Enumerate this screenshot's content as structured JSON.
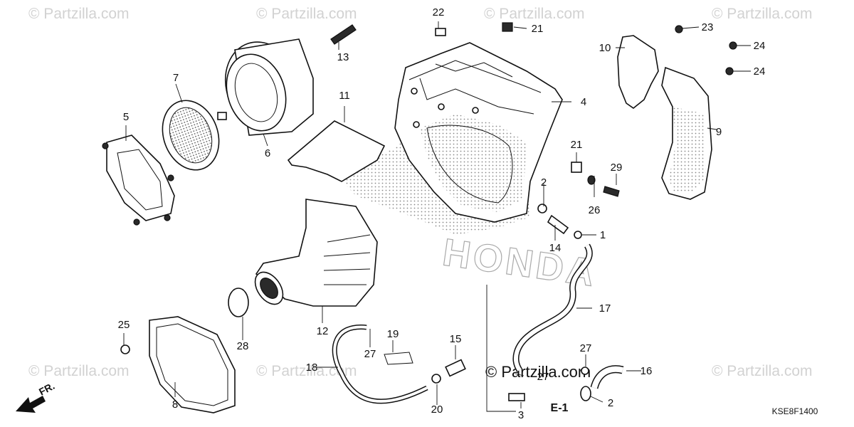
{
  "diagram": {
    "code": "KSE8F1400",
    "section_ref": "E-1",
    "direction": "FR.",
    "brand_watermark": "HONDA",
    "watermark_text": "© Partzilla.com",
    "callouts": [
      "1",
      "2",
      "2",
      "3",
      "4",
      "5",
      "6",
      "7",
      "8",
      "9",
      "10",
      "11",
      "12",
      "13",
      "14",
      "15",
      "16",
      "17",
      "18",
      "19",
      "20",
      "21",
      "21",
      "22",
      "23",
      "24",
      "24",
      "25",
      "26",
      "27",
      "27",
      "27",
      "28",
      "29"
    ]
  }
}
